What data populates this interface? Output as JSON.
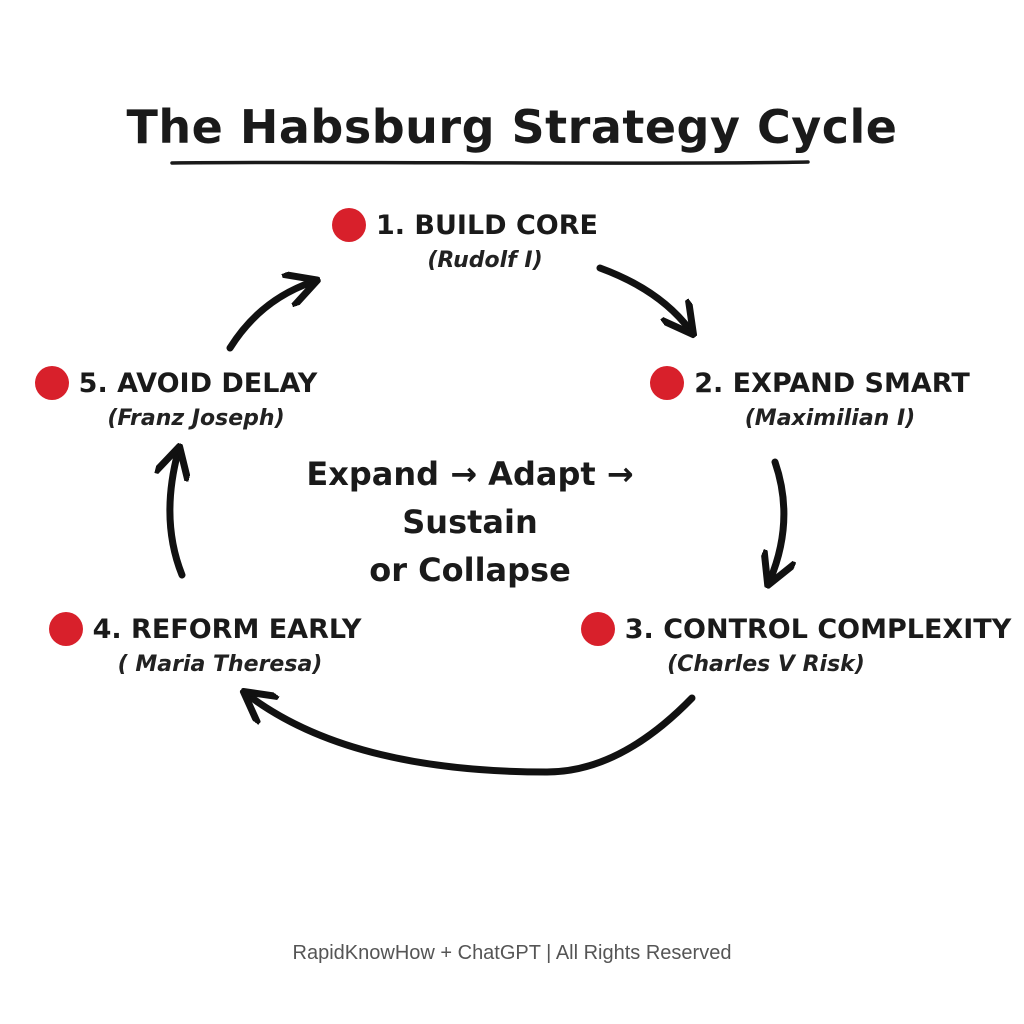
{
  "title": "The Habsburg Strategy Cycle",
  "colors": {
    "accent_dot": "#d8202b",
    "ink": "#1a1a1a",
    "footer_text": "#555555"
  },
  "steps": [
    {
      "label": "1. BUILD CORE",
      "sub": "(Rudolf I)"
    },
    {
      "label": "2. EXPAND SMART",
      "sub": "(Maximilian I)"
    },
    {
      "label": "3. CONTROL COMPLEXITY",
      "sub": "(Charles V Risk)"
    },
    {
      "label": "4. REFORM EARLY",
      "sub": "( Maria Theresa)"
    },
    {
      "label": "5. AVOID DELAY",
      "sub": "(Franz Joseph)"
    }
  ],
  "center": {
    "line1": "Expand → Adapt →",
    "line2": "Sustain",
    "line3": "or Collapse"
  },
  "footer": "RapidKnowHow + ChatGPT | All Rights Reserved"
}
